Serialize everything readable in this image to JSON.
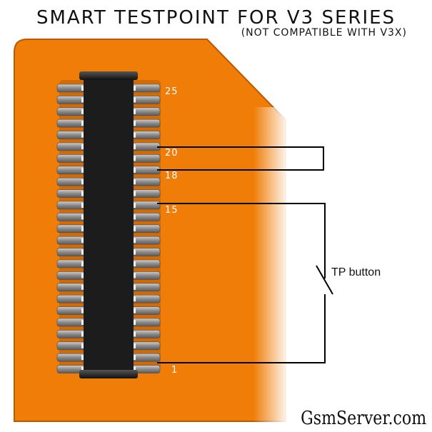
{
  "header": {
    "title": "SMART TESTPOINT FOR V3 SERIES",
    "subtitle": "(NOT COMPATIBLE WITH V3X)"
  },
  "connector": {
    "pin_labels": {
      "p25": "25",
      "p20": "20",
      "p18": "18",
      "p15": "15",
      "p1": "1"
    }
  },
  "switch": {
    "label": "TP button"
  },
  "watermark": "GsmServer.com",
  "colors": {
    "board": "#f07d08",
    "board_edge": "#b85a00",
    "connector_body": "#1c1c1c",
    "pin": "#8e8e8e",
    "wire": "#000000"
  },
  "icons": {
    "connector": "board-to-board-connector-icon",
    "switch": "push-button-switch-icon"
  }
}
